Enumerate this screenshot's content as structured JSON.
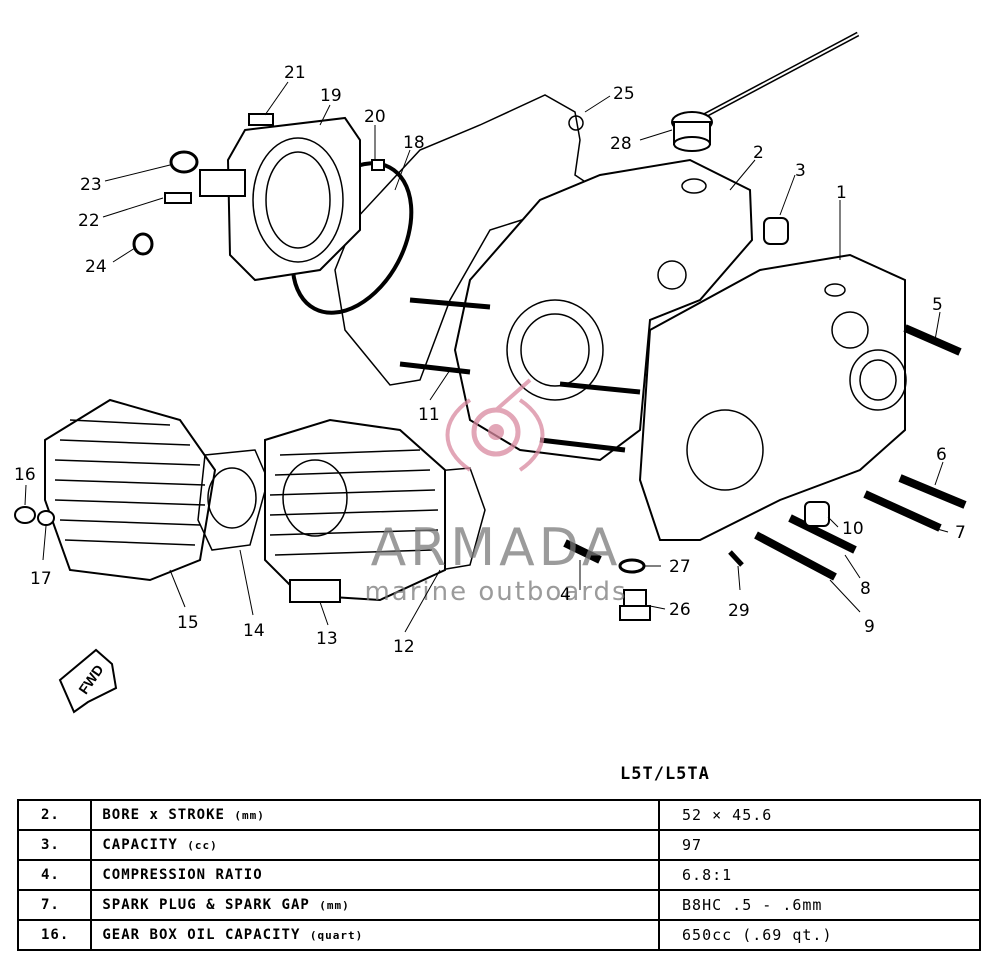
{
  "callouts": [
    "1",
    "2",
    "3",
    "4",
    "5",
    "6",
    "7",
    "8",
    "9",
    "10",
    "11",
    "12",
    "13",
    "14",
    "15",
    "16",
    "17",
    "18",
    "19",
    "20",
    "21",
    "22",
    "23",
    "24",
    "25",
    "26",
    "27",
    "28",
    "29"
  ],
  "fwd_label": "FWD",
  "watermark": {
    "brand": "ARMADA",
    "tagline": "marine outboards",
    "color": "#d9899f"
  },
  "model": "L5T/L5TA",
  "specs": [
    {
      "num": "2.",
      "label": "BORE x STROKE",
      "unit": "(mm)",
      "value": "52 × 45.6"
    },
    {
      "num": "3.",
      "label": "CAPACITY",
      "unit": "(cc)",
      "value": "97"
    },
    {
      "num": "4.",
      "label": "COMPRESSION RATIO",
      "unit": "",
      "value": "6.8:1"
    },
    {
      "num": "7.",
      "label": "SPARK PLUG & SPARK GAP",
      "unit": "(mm)",
      "value": "B8HC  .5 - .6mm"
    },
    {
      "num": "16.",
      "label": "GEAR BOX OIL CAPACITY",
      "unit": "(quart)",
      "value": "650cc (.69 qt.)"
    }
  ]
}
